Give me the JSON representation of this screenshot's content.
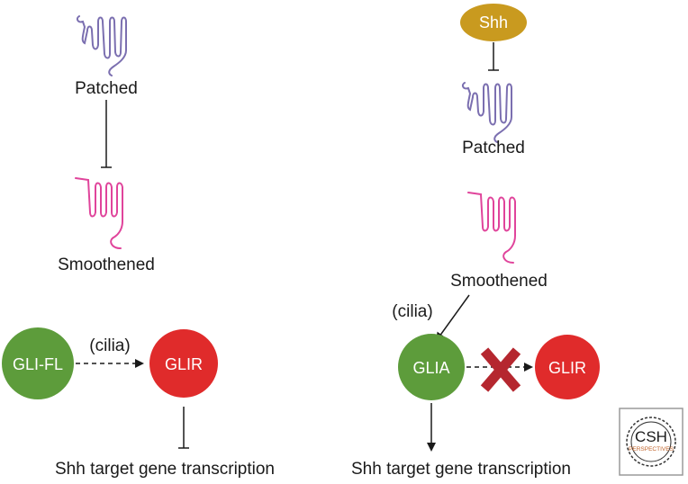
{
  "left": {
    "patched_label": "Patched",
    "smoothened_label": "Smoothened",
    "gli_fl_label": "GLI-FL",
    "cilia_label": "(cilia)",
    "glir_label": "GLIR",
    "output_label": "Shh target gene transcription"
  },
  "right": {
    "shh_label": "Shh",
    "patched_label": "Patched",
    "smoothened_label": "Smoothened",
    "cilia_label": "(cilia)",
    "glia_label": "GLIA",
    "glir_label": "GLIR",
    "output_label": "Shh target gene transcription"
  },
  "logo": {
    "main_text": "CSH",
    "sub_text": "PERSPECTIVES"
  },
  "colors": {
    "patched": "#7b6fb0",
    "smoothened": "#e0449b",
    "shh": "#c99a1f",
    "gli_active": "#5d9c3b",
    "gli_repressor": "#e02b2b",
    "block_x": "#b5272f",
    "line": "#1a1a1a",
    "logo_accent": "#c0632a"
  }
}
